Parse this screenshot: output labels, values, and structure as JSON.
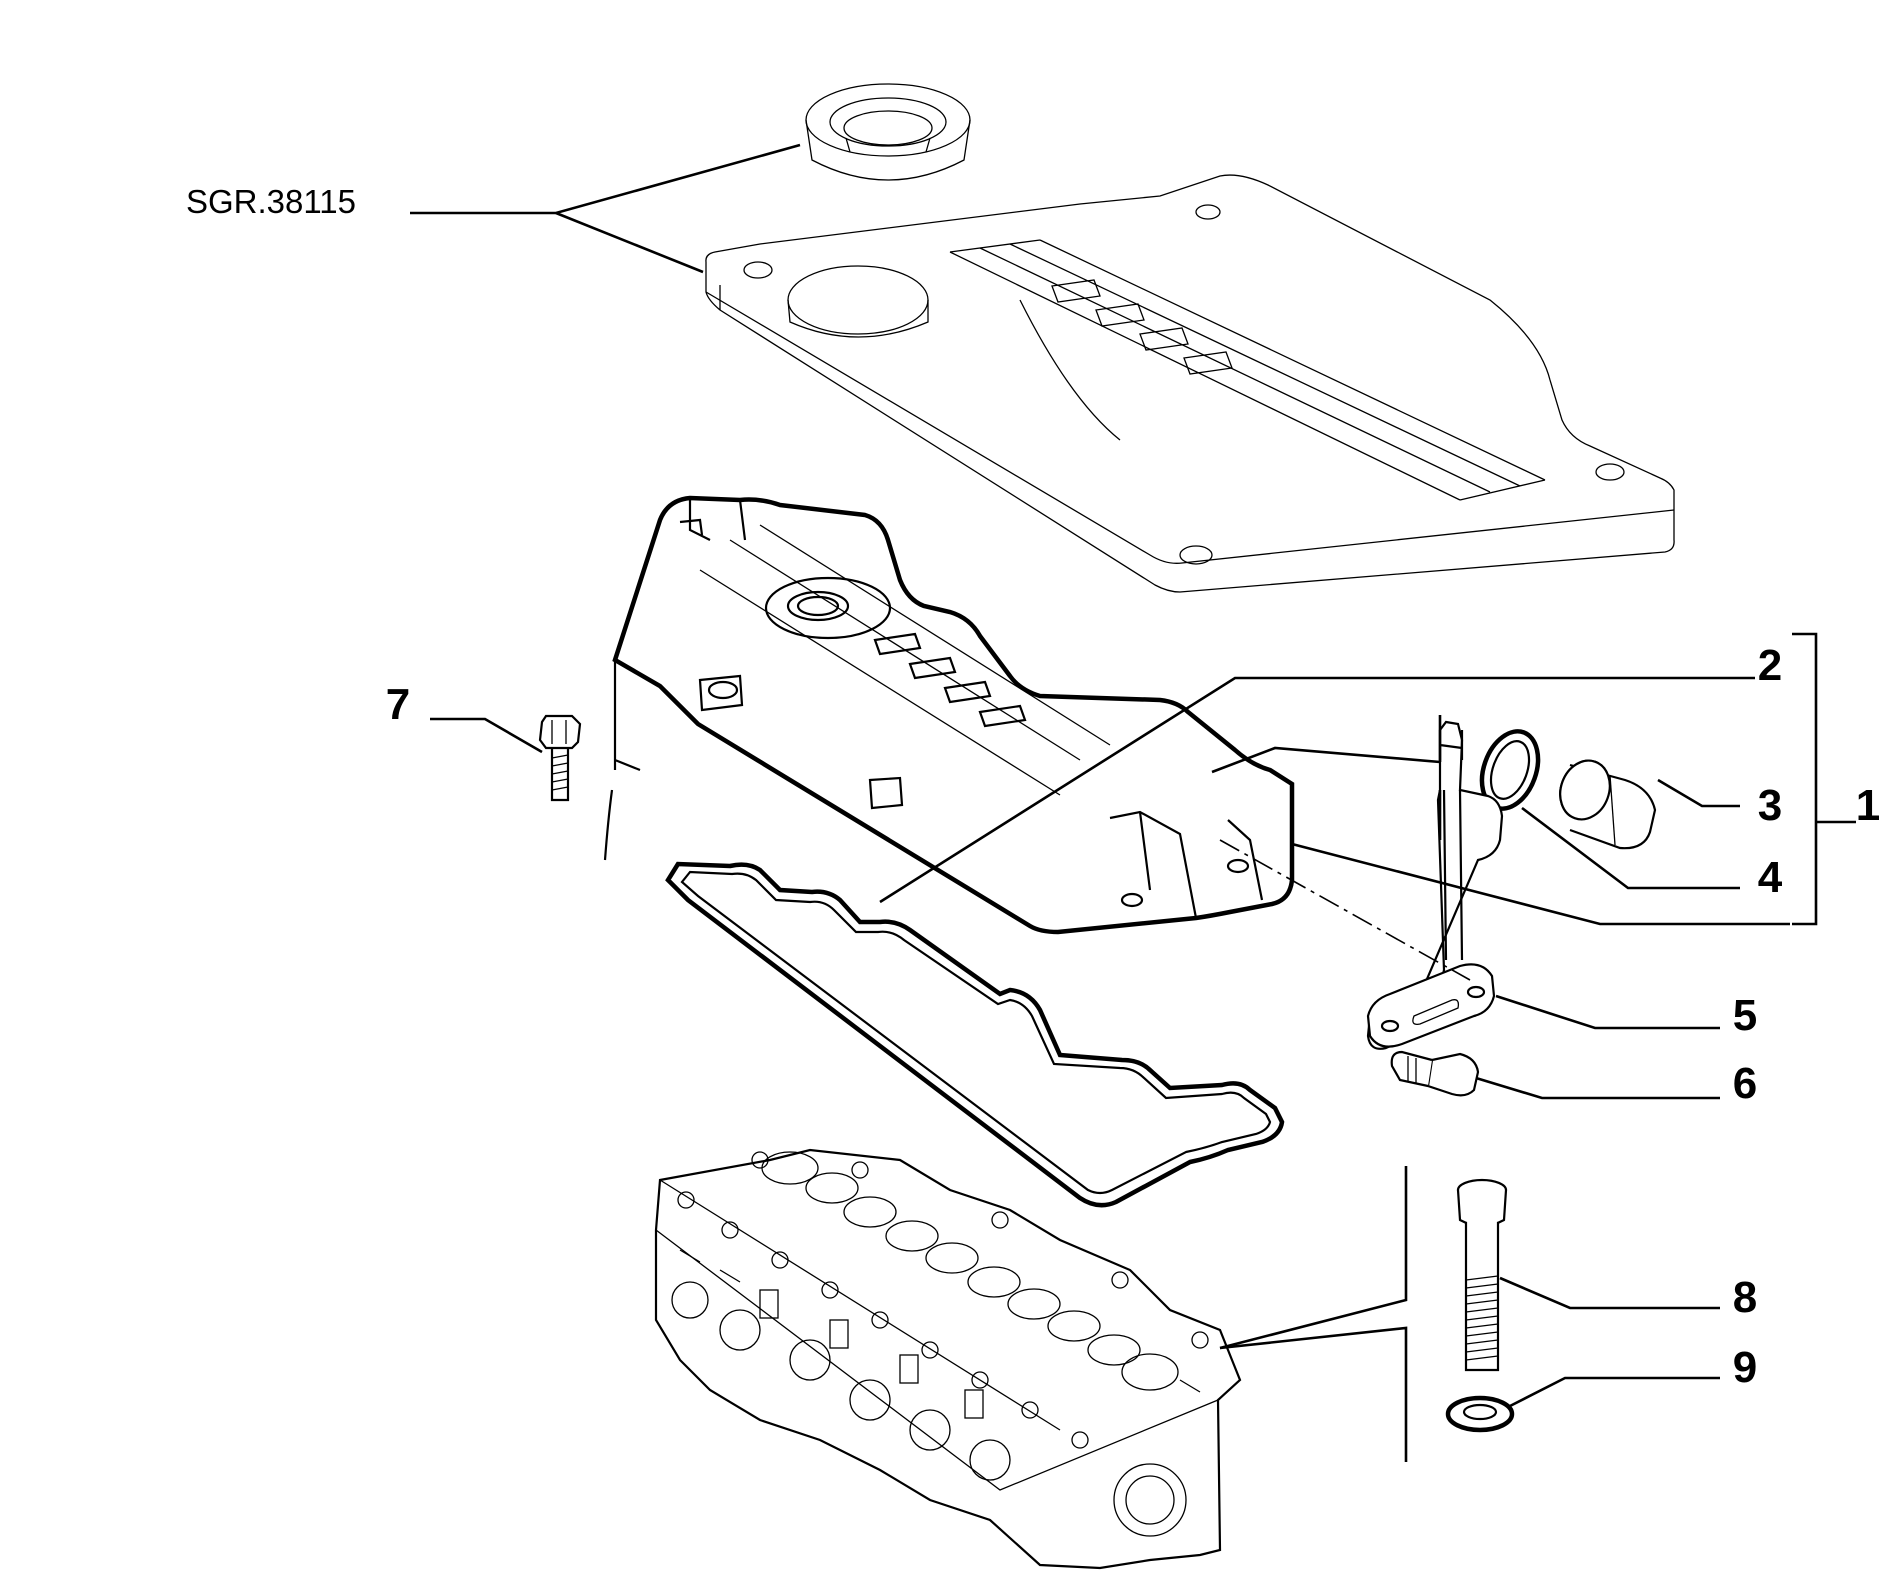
{
  "diagram": {
    "reference_label": "SGR.38115",
    "callouts": [
      {
        "id": "1",
        "text": "1"
      },
      {
        "id": "2",
        "text": "2"
      },
      {
        "id": "3",
        "text": "3"
      },
      {
        "id": "4",
        "text": "4"
      },
      {
        "id": "5",
        "text": "5"
      },
      {
        "id": "6",
        "text": "6"
      },
      {
        "id": "7",
        "text": "7"
      },
      {
        "id": "8",
        "text": "8"
      },
      {
        "id": "9",
        "text": "9"
      }
    ]
  }
}
